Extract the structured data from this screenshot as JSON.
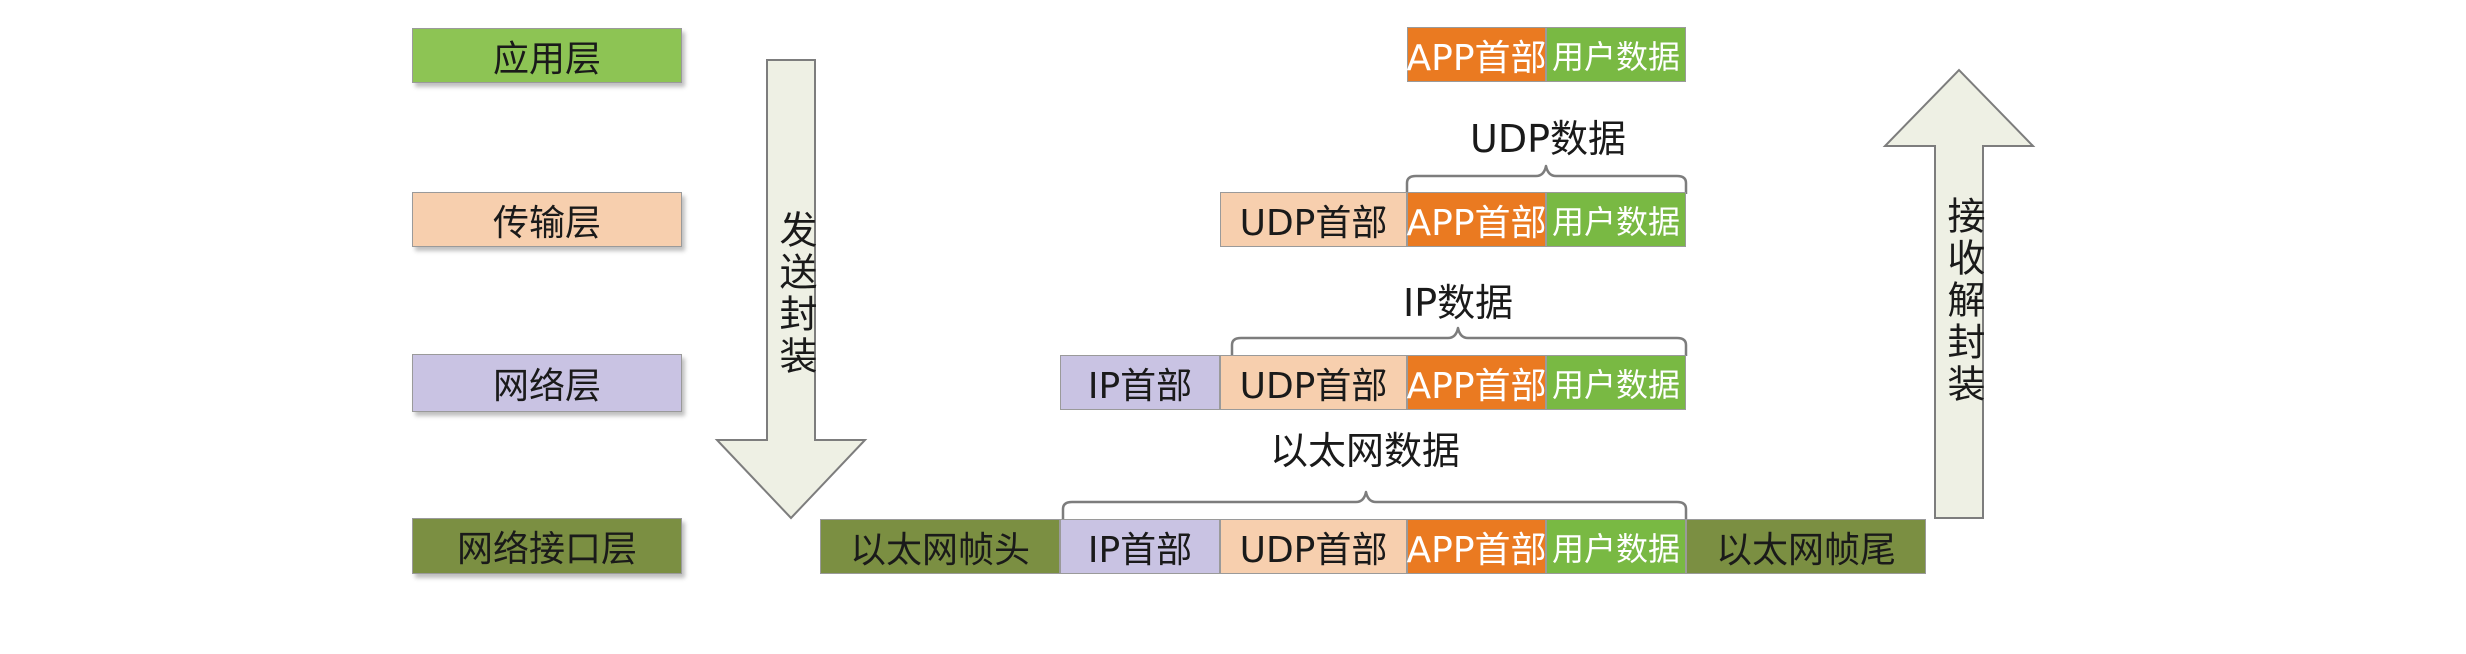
{
  "layers": [
    "应用层",
    "传输层",
    "网络层",
    "网络接口层"
  ],
  "arrows": {
    "send": "发送封装",
    "receive": "接收解封装"
  },
  "segments": {
    "app_header": "APP首部",
    "user_data": "用户数据",
    "udp_header": "UDP首部",
    "ip_header": "IP首部",
    "eth_head": "以太网帧头",
    "eth_tail": "以太网帧尾"
  },
  "payload_labels": {
    "udp": "UDP数据",
    "ip": "IP数据",
    "eth": "以太网数据"
  },
  "colors": {
    "application": "#8dc454",
    "transport": "#f7cfae",
    "network": "#c9c3e3",
    "link": "#7b8f42",
    "app_header": "#ea7a21",
    "user_data": "#79b943",
    "arrow_fill": "#eef0e4"
  }
}
